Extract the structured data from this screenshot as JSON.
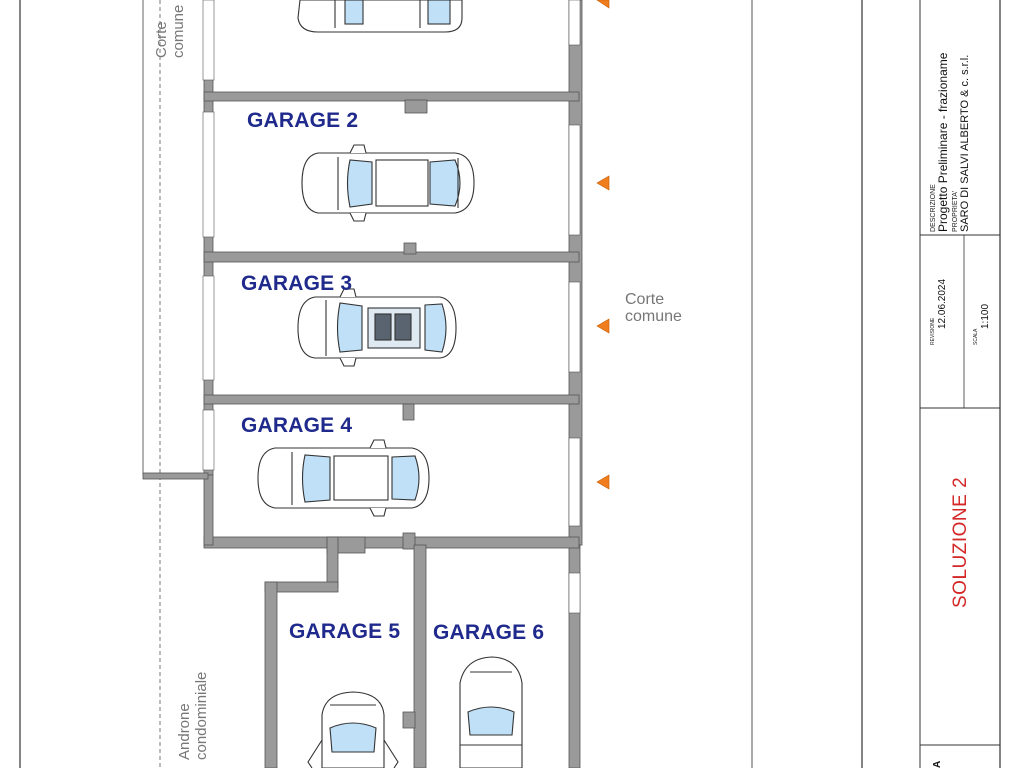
{
  "garages": [
    {
      "label": "GARAGE 2"
    },
    {
      "label": "GARAGE 3"
    },
    {
      "label": "GARAGE 4"
    },
    {
      "label": "GARAGE 5"
    },
    {
      "label": "GARAGE 6"
    }
  ],
  "areas": {
    "corte_comune_top": "Corte\ncomune",
    "corte_comune_right": "Corte\ncomune",
    "androne": "Androne\ncondominiale"
  },
  "title_block": {
    "descrizione_label": "DESCRIZIONE",
    "descrizione_value": "Progetto Preliminare - frazioname",
    "proprieta_label": "PROPRIETA'",
    "proprieta_value": "SARO DI SALVI ALBERTO & c. s.r.l.",
    "revisione_label": "REVISIONE",
    "revisione_value": "12.06.2024",
    "scala_label": "SCALA",
    "scala_value": "1:100",
    "soluzione": "SOLUZIONE 2",
    "corner_letter": "A"
  },
  "colors": {
    "wall": "#9a9a9a",
    "wall_stroke": "#555555",
    "garage_label": "#1f2a8c",
    "arrow": "#f07d1e",
    "soluzione": "#d42727"
  }
}
